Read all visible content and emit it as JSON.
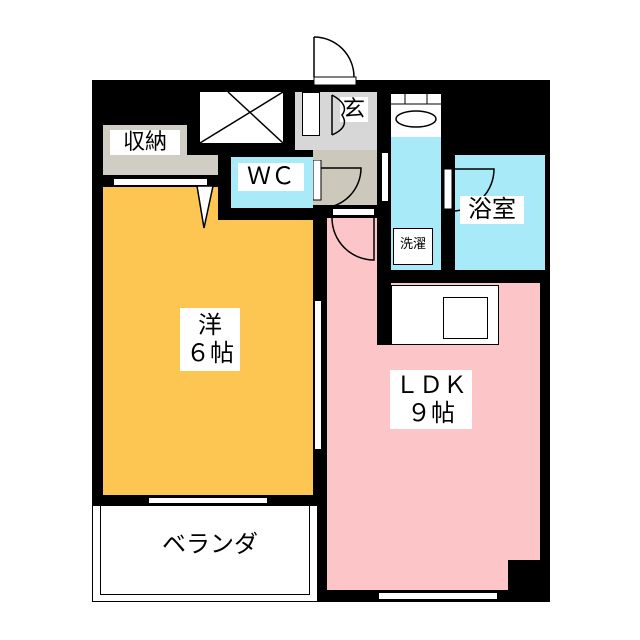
{
  "colors": {
    "western": "#FDC652",
    "ldk": "#FCC6C8",
    "wet": "#A8EAF8",
    "storage": "#CFCDC4",
    "wall": "#000000",
    "entry_floor": "#D7D7D7"
  },
  "rooms": {
    "storage": "収納",
    "wc": "ＷＣ",
    "entrance": "玄",
    "bath": "浴室",
    "washer": "洗濯",
    "western_name": "洋",
    "western_size": "６帖",
    "ldk_name": "ＬＤＫ",
    "ldk_size": "９帖",
    "veranda": "ベランダ"
  }
}
